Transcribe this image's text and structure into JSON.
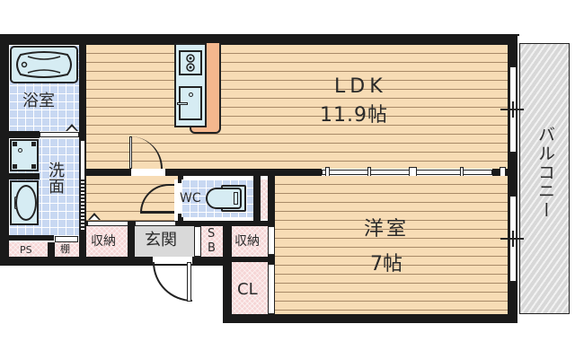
{
  "plan": {
    "rooms": {
      "ldk": {
        "name": "LDK",
        "size": "11.9帖"
      },
      "western": {
        "name": "洋室",
        "size": "7帖"
      },
      "bath": {
        "name": "浴室"
      },
      "washroom": {
        "name": "洗面"
      },
      "toilet": {
        "name": "WC"
      },
      "entrance": {
        "name": "玄関"
      },
      "storage_left": {
        "name": "収納"
      },
      "storage_right": {
        "name": "収納"
      },
      "shoe_box": {
        "name": "SB",
        "line1": "S",
        "line2": "B"
      },
      "closet": {
        "name": "CL"
      },
      "pipe_space": {
        "name": "PS"
      },
      "shelf": {
        "name": "棚"
      },
      "balcony": {
        "name": "バルコニー"
      }
    },
    "colors": {
      "wall": "#1a1a1a",
      "wood_floor": "#f7dcb5",
      "tile_floor": "#c8d8f2",
      "storage": "#f6d6d6",
      "entrance": "#d9d9d9",
      "balcony": "#d8d8d8",
      "fixture": "#d6ecf3",
      "counter": "#f4b78e"
    }
  }
}
